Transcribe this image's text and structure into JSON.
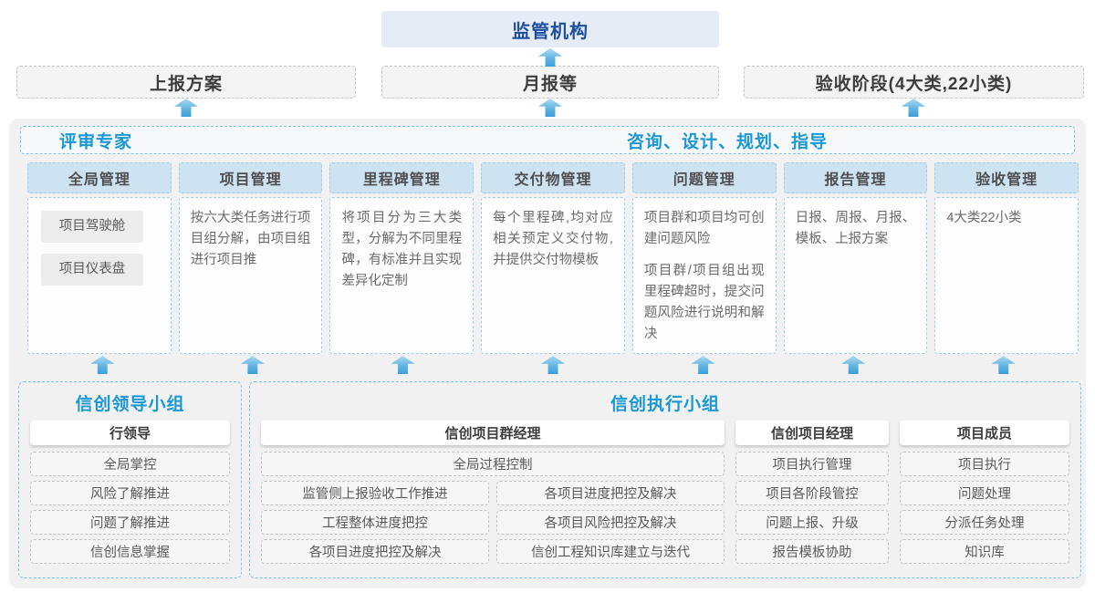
{
  "regulator": {
    "label": "监管机构"
  },
  "outputs": {
    "report_plan": "上报方案",
    "monthly": "月报等",
    "acceptance": "验收阶段(4大类,22小类)"
  },
  "platform": {
    "experts": "评审专家",
    "guidance": "咨询、设计、规划、指导",
    "columns": [
      {
        "title": "全局管理",
        "chips": [
          "项目驾驶舱",
          "项目仪表盘"
        ]
      },
      {
        "title": "项目管理",
        "p1": "按六大类任务进行项目组分解，由项目组进行项目推"
      },
      {
        "title": "里程碑管理",
        "p1": "将项目分为三大类型，分解为不同里程碑，有标准并且实现差异化定制"
      },
      {
        "title": "交付物管理",
        "p1": "每个里程碑,均对应相关预定义交付物,并提供交付物模板"
      },
      {
        "title": "问题管理",
        "p1": "项目群和项目均可创建问题风险",
        "p2": "项目群/项目组出现里程碑超时，提交问题风险进行说明和解决"
      },
      {
        "title": "报告管理",
        "p1": "日报、周报、月报、模板、上报方案"
      },
      {
        "title": "验收管理",
        "p1": "4大类22小类"
      }
    ]
  },
  "leader_group": {
    "title": "信创领导小组",
    "role": "行领导",
    "items": [
      "全局掌控",
      "风险了解推进",
      "问题了解推进",
      "信创信息掌握"
    ]
  },
  "exec_group": {
    "title": "信创执行小组",
    "pgm": {
      "role": "信创项目群经理",
      "full_item": "全局过程控制",
      "left_items": [
        "监管侧上报验收工作推进",
        "工程整体进度把控",
        "各项目进度把控及解决"
      ],
      "right_items": [
        "各项目进度把控及解决",
        "各项目风险把控及解决",
        "信创工程知识库建立与迭代"
      ]
    },
    "pm": {
      "role": "信创项目经理",
      "items": [
        "项目执行管理",
        "项目各阶段管控",
        "问题上报、升级",
        "报告模板协助"
      ]
    },
    "member": {
      "role": "项目成员",
      "items": [
        "项目执行",
        "问题处理",
        "分派任务处理",
        "知识库"
      ]
    }
  },
  "colors": {
    "accent_blue": "#1a97d5",
    "dark_blue": "#1d4f9e",
    "regulator_bg": "#e6ecf5",
    "column_header_bg": "#cee3f2",
    "dashed_blue_border": "#7ec2e8",
    "dashed_gray_border": "#c3c3c3",
    "panel_bg": "#f1f1f2",
    "arrow_top": "#a9daf2",
    "arrow_bottom": "#3d9ed9"
  }
}
